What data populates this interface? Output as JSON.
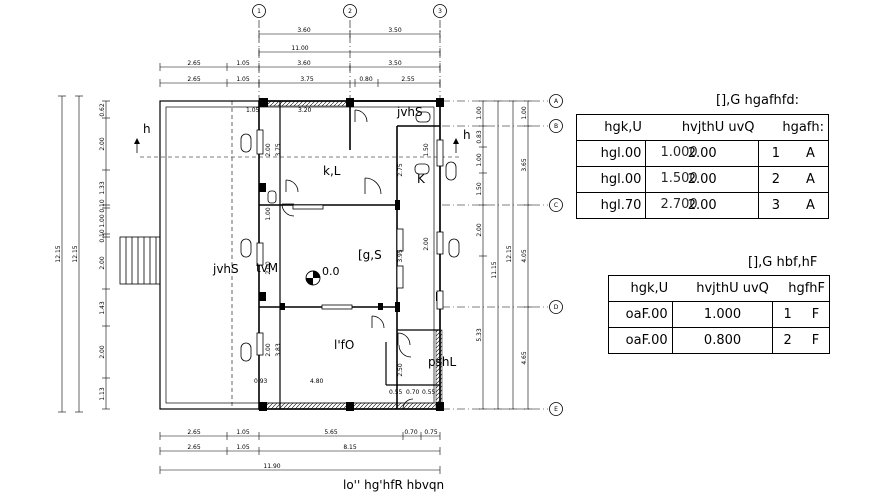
{
  "grid_bubbles": {
    "top": [
      "1",
      "2",
      "3"
    ],
    "right": [
      "A",
      "B",
      "C",
      "D",
      "E"
    ]
  },
  "dims_top": {
    "row1": [
      "3.60",
      "3.50"
    ],
    "row2": [
      "11.00"
    ],
    "row3": [
      "2.65",
      "1.05",
      "3.60",
      "3.50"
    ],
    "row4": [
      "2.65",
      "1.05",
      "3.75",
      "0.80",
      "2.55"
    ]
  },
  "dims_bottom": {
    "row1": [
      "2.65",
      "1.05",
      "5.65",
      "0.70",
      "0.75"
    ],
    "row2": [
      "2.65",
      "1.05",
      "8.15"
    ],
    "row3": [
      "11.90"
    ]
  },
  "dims_left": {
    "outer1": "12.15",
    "outer2": "12.15",
    "chain": [
      "0.62",
      "2.00",
      "1.33",
      "0.10",
      "1.00",
      "0.10",
      "2.00",
      "1.43",
      "2.00",
      "1.13"
    ]
  },
  "dims_right": {
    "inner": [
      "1.00",
      "0.83",
      "1.00",
      "1.50",
      "2.00",
      "5.33"
    ],
    "mid": [
      "1.00",
      "3.65",
      "4.05",
      "4.65"
    ],
    "outer": [
      "12.15",
      "11.15"
    ]
  },
  "room_labels": {
    "room_top_right": "jvhS",
    "room_kitchen": "k,L",
    "room_k": "K",
    "room_hall": "[g,S",
    "room_left": "jvhS",
    "room_tv": "tvM",
    "room_bottom": "l'fO",
    "room_store": "pshL",
    "level": "0.0"
  },
  "section_marks": [
    "h",
    "h"
  ],
  "plan_title": "lo'' hg'hfR hbvqn",
  "door_table": {
    "title": "[],G hgafhfd:",
    "headers": [
      "hgk,U",
      "hvjthU uvQ",
      "hgafh:"
    ],
    "rows": [
      [
        "hgl.00",
        "2.00",
        "1",
        "A"
      ],
      [
        "hgl.00",
        "2.00",
        "2",
        "A"
      ],
      [
        "hgl.70",
        "2.00",
        "3",
        "A"
      ]
    ],
    "overlay": [
      "1.000",
      "1.500",
      "2.700"
    ]
  },
  "window_table": {
    "title": "[],G hbf,hF",
    "headers": [
      "hgk,U",
      "hvjthU uvQ",
      "hgfhF"
    ],
    "rows": [
      [
        "oaF.00",
        "1.000",
        "1",
        "F"
      ],
      [
        "oaF.00",
        "0.800",
        "2",
        "F"
      ]
    ]
  }
}
